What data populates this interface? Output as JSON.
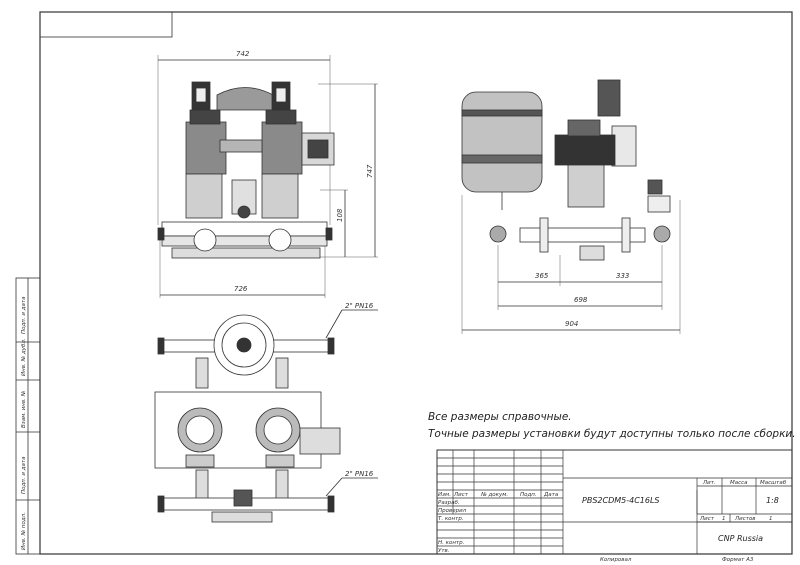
{
  "dimensions": {
    "front_width_top": "742",
    "front_height": "747",
    "front_base_height": "108",
    "front_width_bottom": "726",
    "side_left": "365",
    "side_right": "333",
    "side_middle": "698",
    "side_total": "904",
    "pipe_top": "2\" PN16",
    "pipe_bottom": "2\" PN16"
  },
  "notes": {
    "line1": "Все размеры справочные.",
    "line2": "Точные размеры установки будут доступны только после сборки."
  },
  "side_stamp": [
    "Подп. и дата",
    "Инв. № дубл.",
    "Взам. инв. №",
    "Подп. и дата",
    "Инв. № подл."
  ],
  "title_block": {
    "col_izm": "Изм.",
    "col_list": "Лист",
    "col_docum": "№ докум.",
    "col_podp": "Подп.",
    "col_data": "Дата",
    "row_razrab": "Разраб.",
    "row_prover": "Проверил",
    "row_tkontr": "Т. контр.",
    "row_nkontr": "Н. контр.",
    "row_utv": "Утв.",
    "designation": "PBS2CDM5-4C16LS",
    "h_lit": "Лит.",
    "h_massa": "Масса",
    "h_masshtab": "Масштаб",
    "scale_value": "1:8",
    "list_label": "Лист",
    "list_value": "1",
    "listov_label": "Листов",
    "listov_value": "1",
    "company": "CNP Russia",
    "kopiroval": "Копировал",
    "format": "Формат A3"
  }
}
